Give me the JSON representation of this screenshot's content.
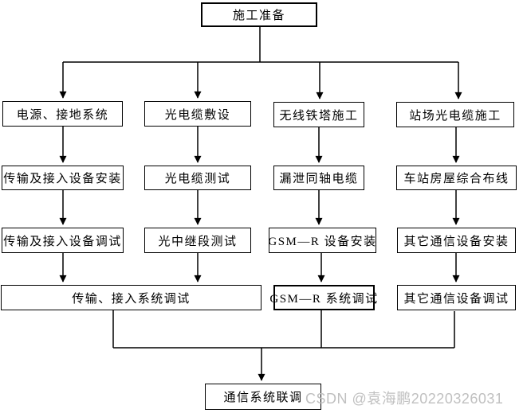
{
  "flowchart": {
    "start": "施工准备",
    "columns": [
      {
        "steps": [
          "电源、接地系统",
          "传输及接入设备安装",
          "传输及接入设备调试"
        ]
      },
      {
        "steps": [
          "光电缆敷设",
          "光电缆测试",
          "光中继段测试"
        ]
      },
      {
        "steps": [
          "无线铁塔施工",
          "漏泄同轴电缆",
          "GSM—R 设备安装",
          "GSM—R 系统调试"
        ]
      },
      {
        "steps": [
          "站场光电缆施工",
          "车站房屋综合布线",
          "其它通信设备安装",
          "其它通信设备调试"
        ]
      }
    ],
    "merge": "传输、接入系统调试",
    "end": "通信系统联调"
  },
  "watermark": "CSDN @袁海鹏20220326031",
  "colors": {
    "line": "#000000",
    "box_background": "#ffffff",
    "watermark": "#c0c0c0"
  }
}
